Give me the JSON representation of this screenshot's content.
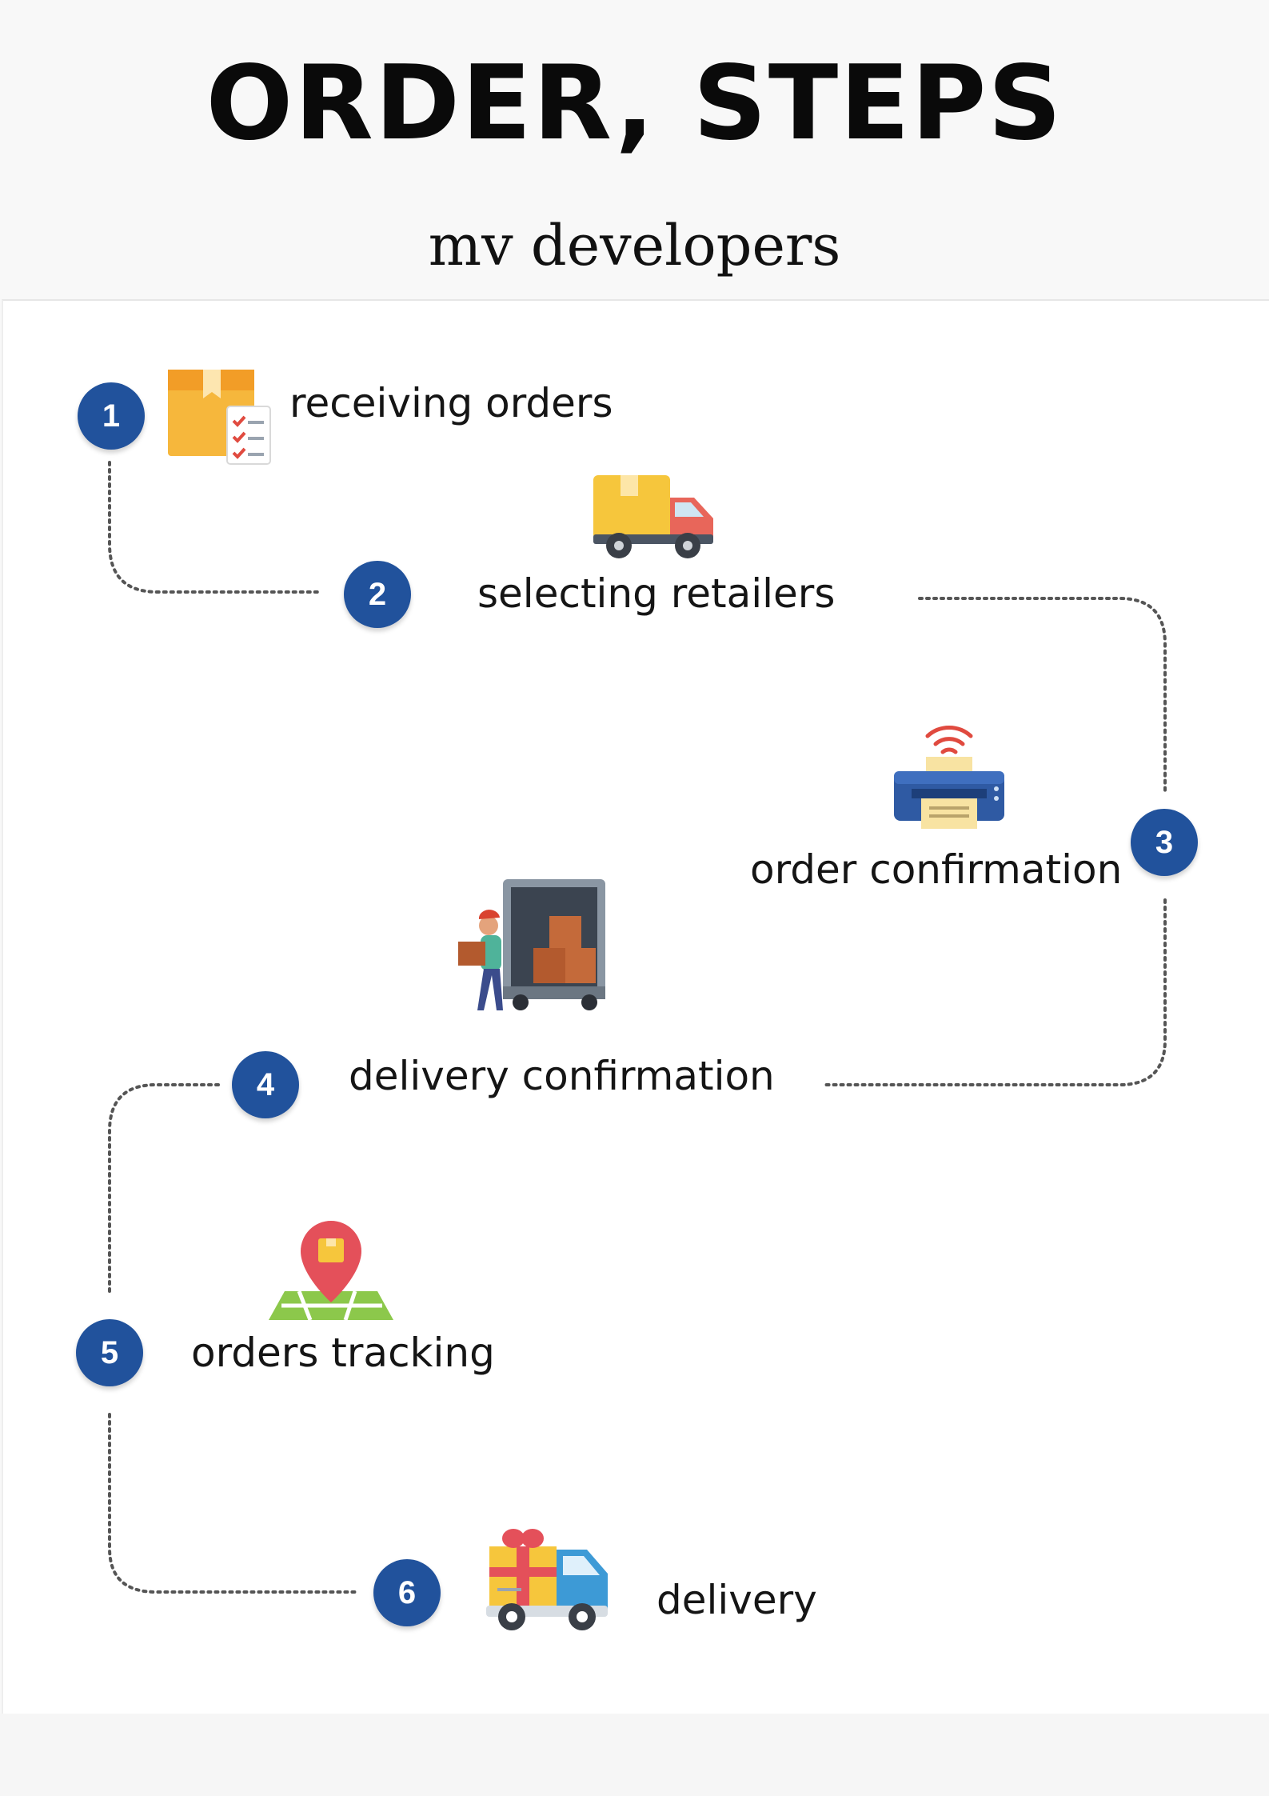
{
  "title": "ORDER, STEPS",
  "subtitle": "mv developers",
  "steps": [
    {
      "number": "1",
      "label": "receiving orders",
      "icon": "box-checklist-icon"
    },
    {
      "number": "2",
      "label": "selecting retailers",
      "icon": "delivery-truck-icon"
    },
    {
      "number": "3",
      "label": "order confirmation",
      "icon": "wifi-printer-icon"
    },
    {
      "number": "4",
      "label": "delivery confirmation",
      "icon": "courier-loading-van-icon"
    },
    {
      "number": "5",
      "label": "orders tracking",
      "icon": "map-pin-icon"
    },
    {
      "number": "6",
      "label": "delivery",
      "icon": "gift-truck-icon"
    }
  ],
  "colors": {
    "badge": "#21529c",
    "connector": "#555555",
    "box": "#f6b73c",
    "truck_cab": "#e8665a",
    "printer": "#2f5aa3",
    "pin": "#e4505a",
    "map": "#8cc84b",
    "gift_truck": "#3d9ad6"
  }
}
